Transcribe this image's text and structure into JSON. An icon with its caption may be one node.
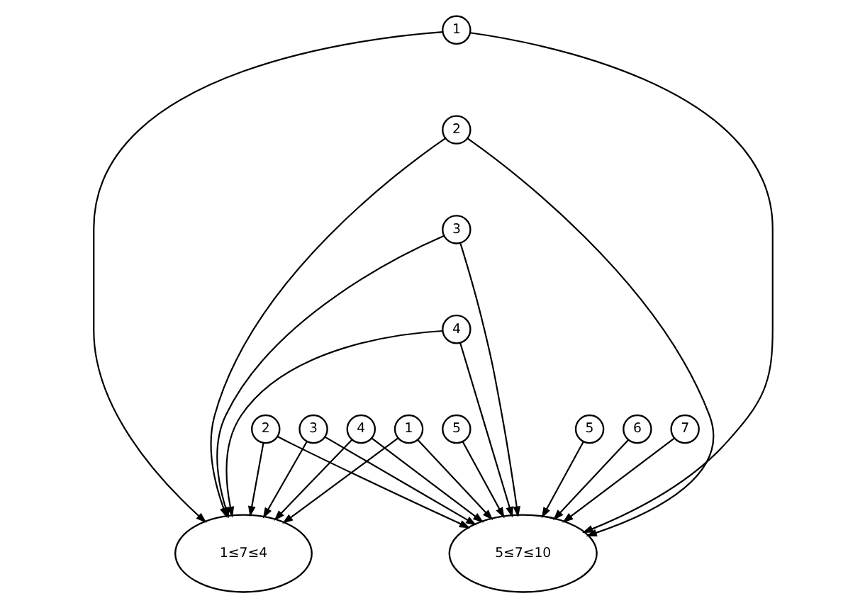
{
  "diagram": {
    "nodes": [
      {
        "text": [
          "1"
        ]
      },
      {
        "text": [
          "2"
        ]
      },
      {
        "text": [
          "3"
        ]
      },
      {
        "text": [
          "4"
        ]
      },
      {
        "text": [
          "5"
        ]
      },
      {
        "text": [
          "6"
        ]
      },
      {
        "text": [
          "7"
        ]
      },
      {
        "text": [
          "1"
        ]
      },
      {
        "text": [
          "2"
        ]
      },
      {
        "text": [
          "3"
        ]
      },
      {
        "text": [
          "4"
        ]
      },
      {
        "text": [
          "5"
        ]
      },
      {
        "text": [
          "1≤7≤4"
        ]
      },
      {
        "text": [
          "5≤7≤10"
        ]
      }
    ],
    "edges": [
      {
        "from": 0,
        "to": 12,
        "arrow": "to"
      },
      {
        "from": 0,
        "to": 13,
        "arrow": "to"
      },
      {
        "from": 1,
        "to": 12,
        "arrow": "to"
      },
      {
        "from": 1,
        "to": 13,
        "arrow": "to"
      },
      {
        "from": 2,
        "to": 12,
        "arrow": "to"
      },
      {
        "from": 2,
        "to": 13,
        "arrow": "to"
      },
      {
        "from": 3,
        "to": 12,
        "arrow": "to"
      },
      {
        "from": 3,
        "to": 13,
        "arrow": "to"
      },
      {
        "from": 4,
        "to": 13,
        "arrow": "to"
      },
      {
        "from": 5,
        "to": 13,
        "arrow": "to"
      },
      {
        "from": 6,
        "to": 13,
        "arrow": "to"
      },
      {
        "from": 7,
        "to": 12,
        "arrow": "to"
      },
      {
        "from": 7,
        "to": 13,
        "arrow": "to"
      },
      {
        "from": 8,
        "to": 12,
        "arrow": "to"
      },
      {
        "from": 8,
        "to": 13,
        "arrow": "to"
      },
      {
        "from": 9,
        "to": 12,
        "arrow": "to"
      },
      {
        "from": 9,
        "to": 13,
        "arrow": "to"
      },
      {
        "from": 10,
        "to": 12,
        "arrow": "to"
      },
      {
        "from": 10,
        "to": 13,
        "arrow": "to"
      },
      {
        "from": 11,
        "to": 13,
        "arrow": "to"
      }
    ]
  }
}
